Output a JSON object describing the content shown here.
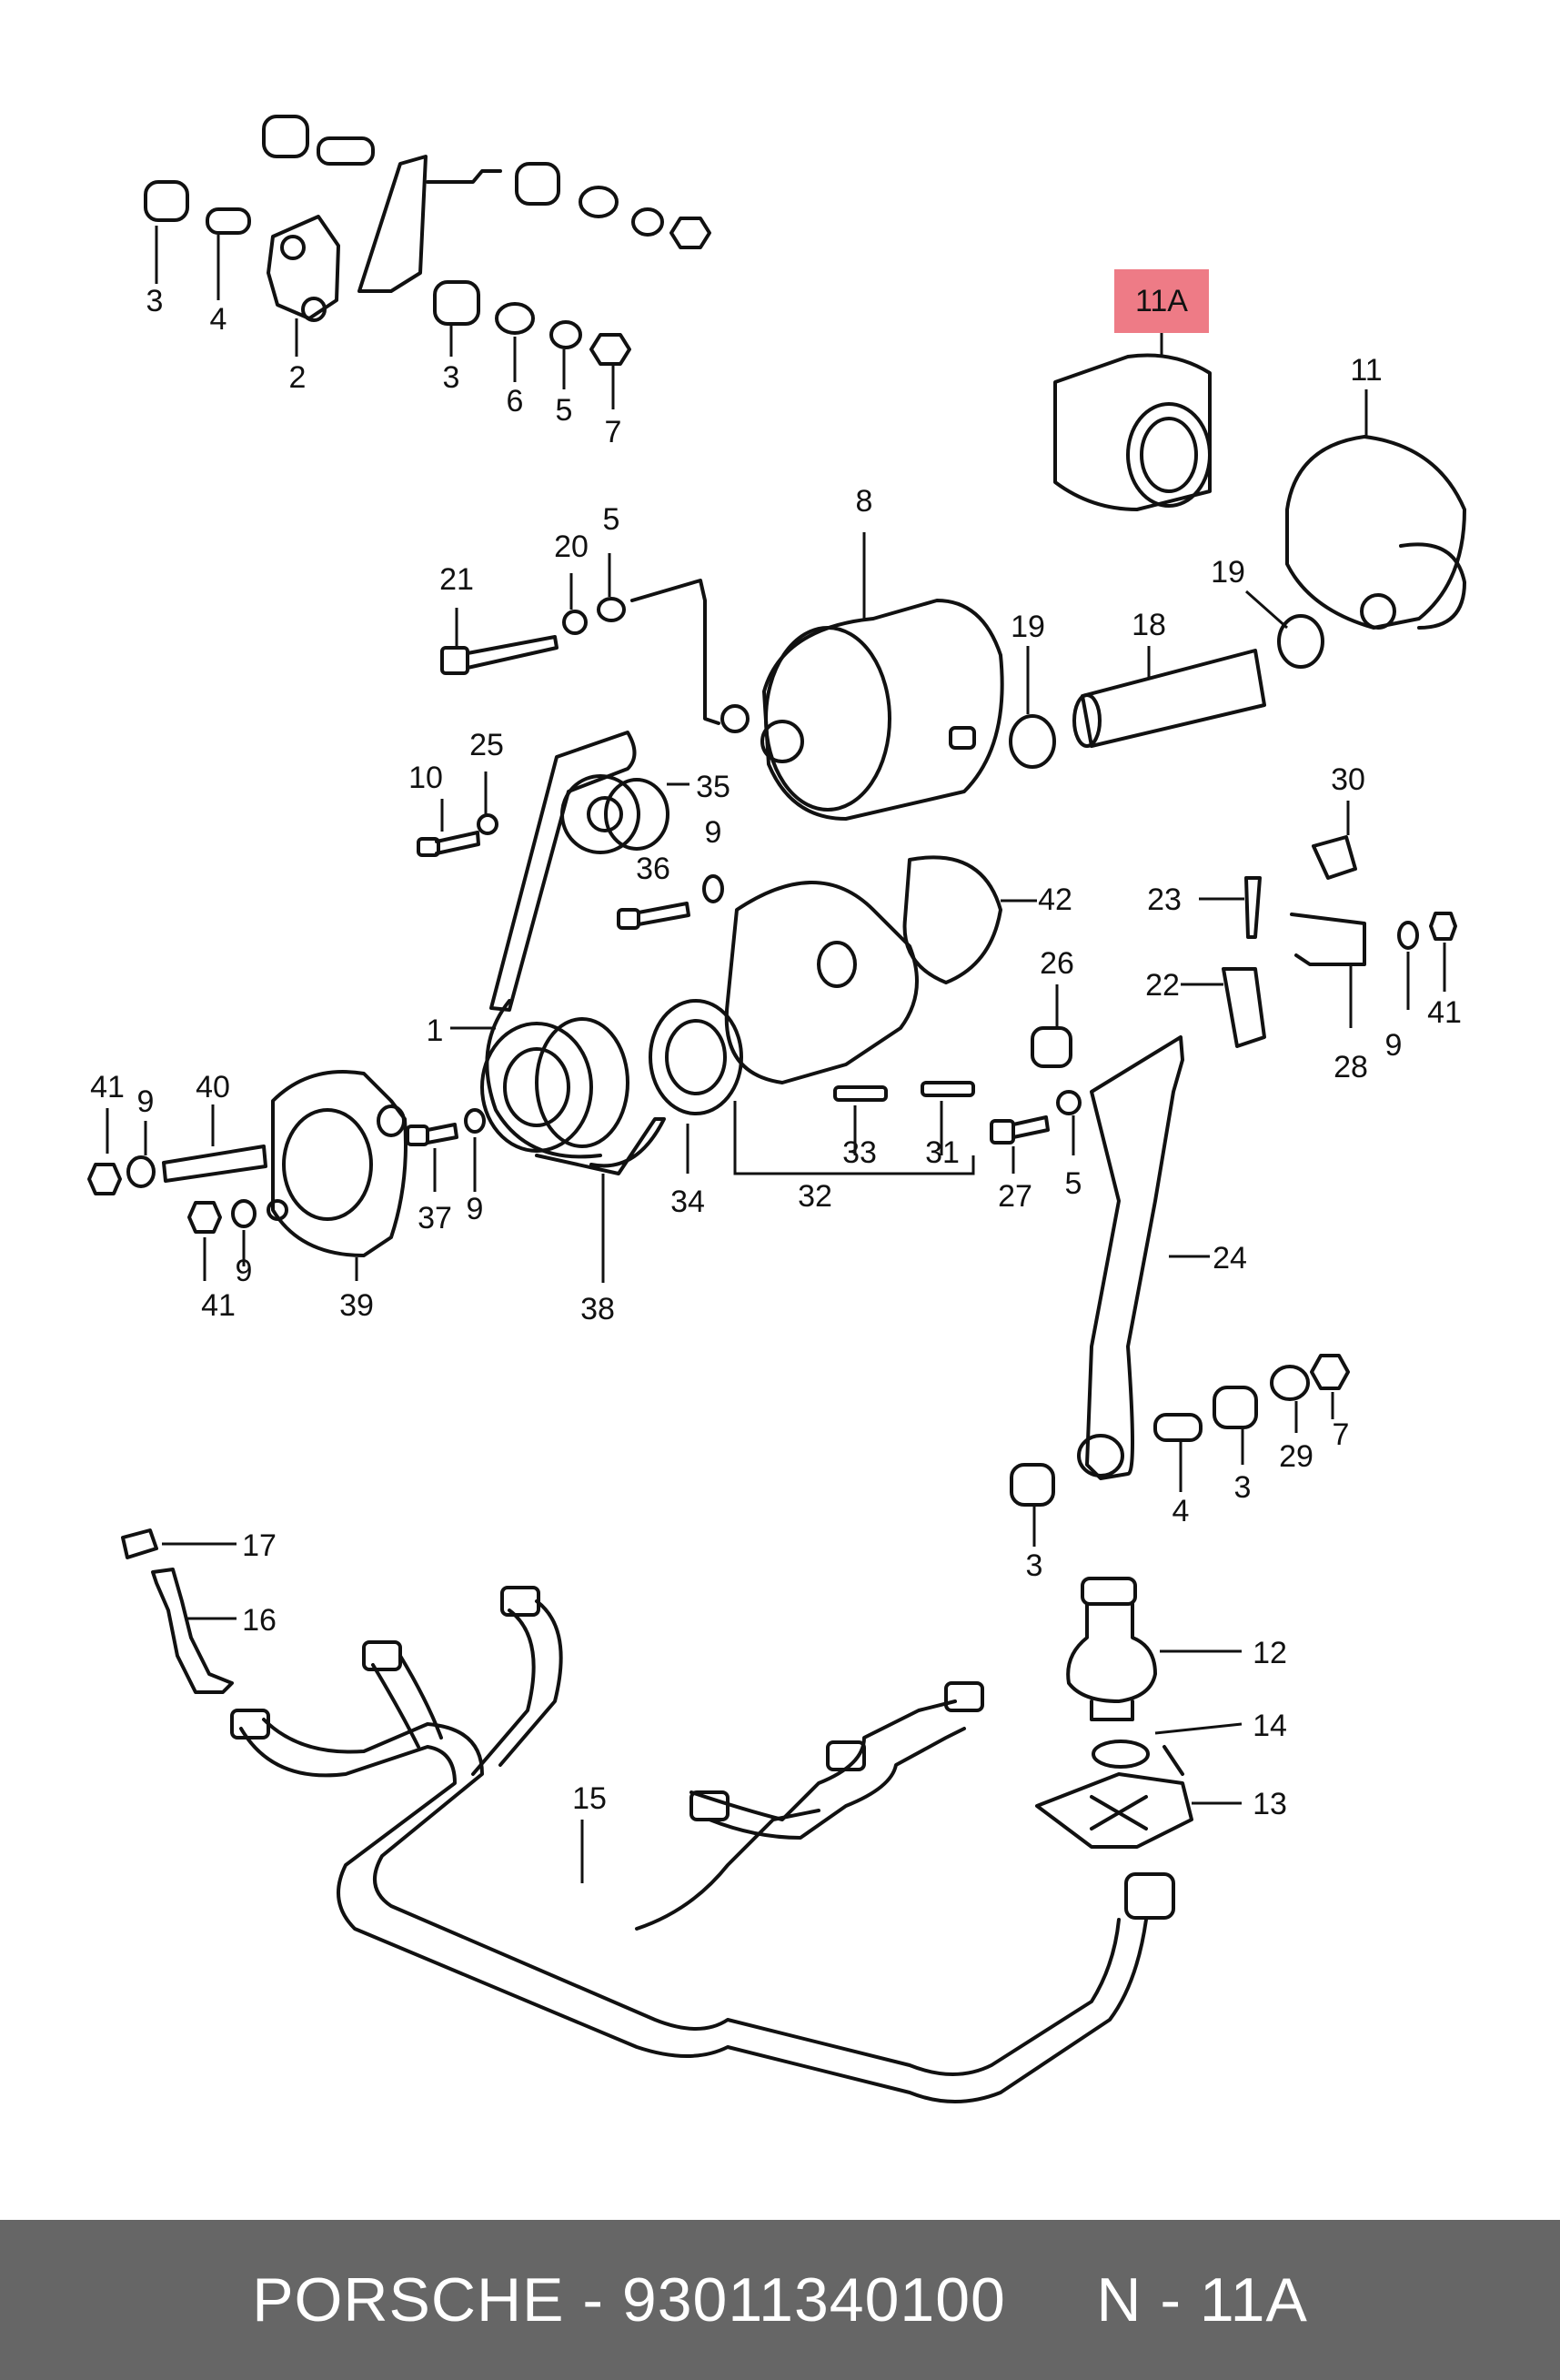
{
  "diagram": {
    "highlight_color": "#ee7b86",
    "callouts": [
      {
        "id": "c3a",
        "label": "3"
      },
      {
        "id": "c4a",
        "label": "4"
      },
      {
        "id": "c2",
        "label": "2"
      },
      {
        "id": "c3b",
        "label": "3"
      },
      {
        "id": "c6",
        "label": "6"
      },
      {
        "id": "c5a",
        "label": "5"
      },
      {
        "id": "c7a",
        "label": "7"
      },
      {
        "id": "c11a",
        "label": "11A"
      },
      {
        "id": "c11",
        "label": "11"
      },
      {
        "id": "c8",
        "label": "8"
      },
      {
        "id": "c21",
        "label": "21"
      },
      {
        "id": "c20",
        "label": "20"
      },
      {
        "id": "c5b",
        "label": "5"
      },
      {
        "id": "c19a",
        "label": "19"
      },
      {
        "id": "c19b",
        "label": "19"
      },
      {
        "id": "c18",
        "label": "18"
      },
      {
        "id": "c10",
        "label": "10"
      },
      {
        "id": "c25",
        "label": "25"
      },
      {
        "id": "c35",
        "label": "35"
      },
      {
        "id": "c9a",
        "label": "9"
      },
      {
        "id": "c36",
        "label": "36"
      },
      {
        "id": "c42",
        "label": "42"
      },
      {
        "id": "c30",
        "label": "30"
      },
      {
        "id": "c23",
        "label": "23"
      },
      {
        "id": "c26",
        "label": "26"
      },
      {
        "id": "c22",
        "label": "22"
      },
      {
        "id": "c9b",
        "label": "9"
      },
      {
        "id": "c41a",
        "label": "41"
      },
      {
        "id": "c28",
        "label": "28"
      },
      {
        "id": "c1",
        "label": "1"
      },
      {
        "id": "c41b",
        "label": "41"
      },
      {
        "id": "c9c",
        "label": "9"
      },
      {
        "id": "c40",
        "label": "40"
      },
      {
        "id": "c37",
        "label": "37"
      },
      {
        "id": "c9d",
        "label": "9"
      },
      {
        "id": "c9e",
        "label": "9"
      },
      {
        "id": "c41c",
        "label": "41"
      },
      {
        "id": "c39",
        "label": "39"
      },
      {
        "id": "c38",
        "label": "38"
      },
      {
        "id": "c34",
        "label": "34"
      },
      {
        "id": "c33",
        "label": "33"
      },
      {
        "id": "c31",
        "label": "31"
      },
      {
        "id": "c32",
        "label": "32"
      },
      {
        "id": "c27",
        "label": "27"
      },
      {
        "id": "c5c",
        "label": "5"
      },
      {
        "id": "c24",
        "label": "24"
      },
      {
        "id": "c3c",
        "label": "3"
      },
      {
        "id": "c29",
        "label": "29"
      },
      {
        "id": "c7b",
        "label": "7"
      },
      {
        "id": "c4b",
        "label": "4"
      },
      {
        "id": "c3d",
        "label": "3"
      },
      {
        "id": "c17",
        "label": "17"
      },
      {
        "id": "c16",
        "label": "16"
      },
      {
        "id": "c12",
        "label": "12"
      },
      {
        "id": "c14",
        "label": "14"
      },
      {
        "id": "c15",
        "label": "15"
      },
      {
        "id": "c13",
        "label": "13"
      }
    ]
  },
  "footer": {
    "text": "PORSCHE - 93011340100     N - 11A"
  }
}
